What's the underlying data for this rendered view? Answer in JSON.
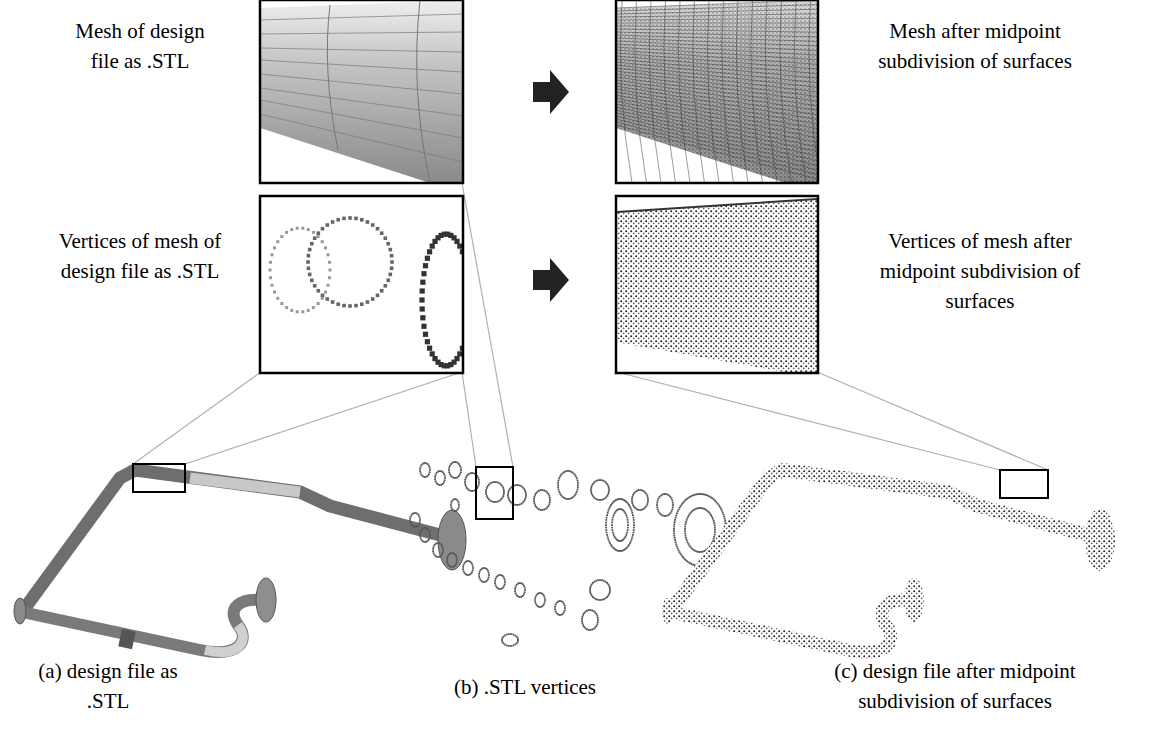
{
  "diagram": {
    "labels": [
      "Mesh of design file as .STL",
      "Mesh after midpoint subdivision of surfaces",
      "Vertices of mesh of design file as .STL",
      "Vertices of mesh after midpoint subdivision of surfaces",
      "(a) design file as .STL",
      "(b) .STL vertices",
      "(c) design file after midpoint subdivision of surfaces"
    ]
  }
}
